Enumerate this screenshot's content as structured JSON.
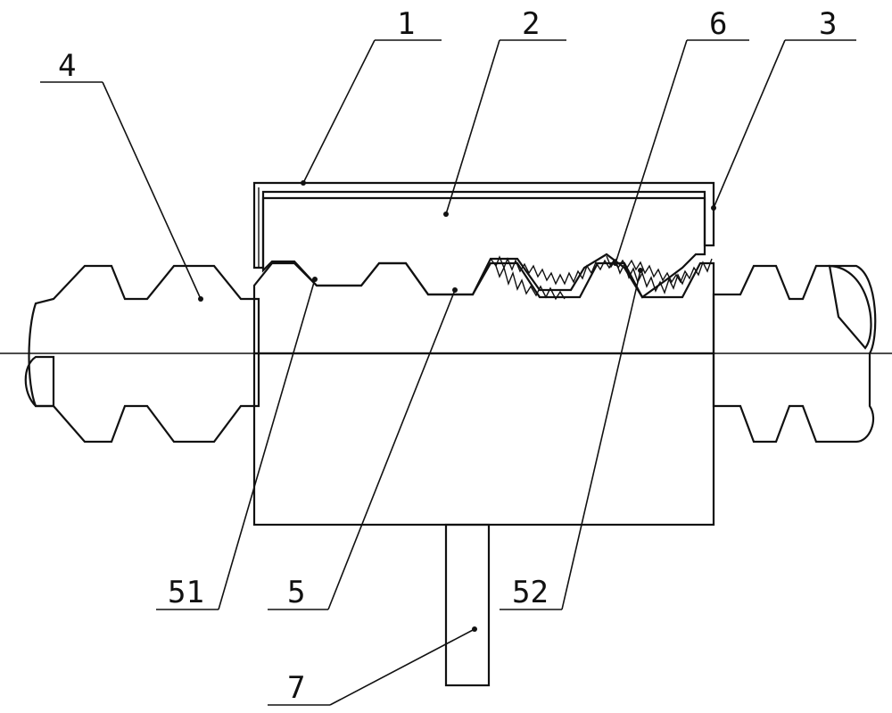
{
  "diagram": {
    "labels": [
      {
        "id": "1",
        "text": "1"
      },
      {
        "id": "2",
        "text": "2"
      },
      {
        "id": "6",
        "text": "6"
      },
      {
        "id": "3",
        "text": "3"
      },
      {
        "id": "4",
        "text": "4"
      },
      {
        "id": "51",
        "text": "51"
      },
      {
        "id": "5",
        "text": "5"
      },
      {
        "id": "52",
        "text": "52"
      },
      {
        "id": "7",
        "text": "7"
      }
    ],
    "colors": {
      "ink": "#111111",
      "background": "#ffffff"
    }
  }
}
